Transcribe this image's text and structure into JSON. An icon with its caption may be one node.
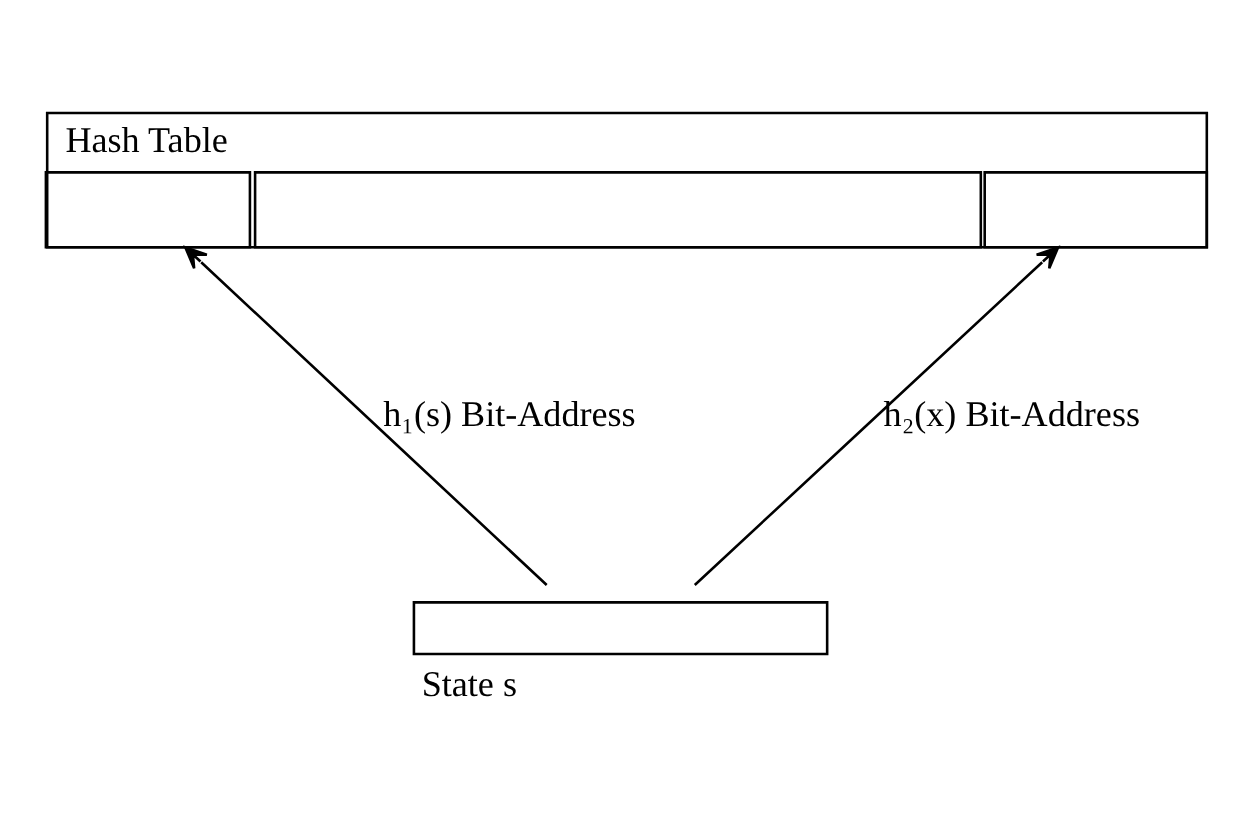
{
  "diagram": {
    "nodes": [
      {
        "text": [
          "Hash Table"
        ]
      },
      {
        "text": [],
        "shape": "box",
        "in": 0
      },
      {
        "text": [],
        "shape": "box",
        "in": 0
      },
      {
        "text": [],
        "shape": "box",
        "in": 0
      },
      {
        "text": [
          "State s"
        ]
      }
    ],
    "edges": [
      {
        "from": 4,
        "to": 1,
        "arrow": "to",
        "label": "h₁(s) Bit-Address"
      },
      {
        "from": 4,
        "to": 3,
        "arrow": "to",
        "label": "h₂(x) Bit-Address"
      }
    ]
  }
}
